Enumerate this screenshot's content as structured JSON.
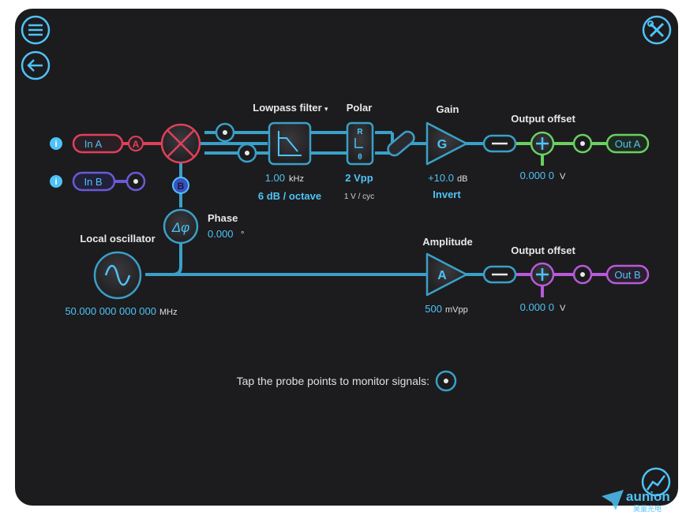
{
  "inputs": {
    "in_a": "In A",
    "in_b": "In B",
    "probe_a": "A",
    "probe_b": "B"
  },
  "lowpass": {
    "title": "Lowpass filter",
    "freq_value": "1.00",
    "freq_unit": "kHz",
    "slope": "6 dB / octave"
  },
  "polar": {
    "title": "Polar",
    "r_label": "R",
    "theta_label": "θ",
    "vpp": "2 Vpp",
    "scale": "1 V / cyc"
  },
  "gain": {
    "title": "Gain",
    "symbol": "G",
    "value": "+10.0",
    "unit": "dB",
    "invert": "Invert"
  },
  "output_offset_a": {
    "title": "Output offset",
    "value": "0.000 0",
    "unit": "V",
    "out_label": "Out A"
  },
  "phase": {
    "title": "Phase",
    "symbol": "Δφ",
    "value": "0.000",
    "unit": "°"
  },
  "oscillator": {
    "title": "Local oscillator",
    "freq_value": "50.000 000 000 000",
    "freq_unit": "MHz"
  },
  "amplitude": {
    "title": "Amplitude",
    "symbol": "A",
    "value": "500",
    "unit": "mVpp"
  },
  "output_offset_b": {
    "title": "Output offset",
    "value": "0.000 0",
    "unit": "V",
    "out_label": "Out B"
  },
  "hint": {
    "text": "Tap the probe points to monitor signals:"
  },
  "watermark": {
    "text": "aunion",
    "sub": "昊量光电"
  },
  "colors": {
    "background": "#1c1c1e",
    "wire": "#3aa0c8",
    "accent": "#4fc3f7",
    "in_a": "#e0405a",
    "in_b": "#6a5ad8",
    "out_a": "#6ad060",
    "out_b": "#b85ad8"
  },
  "icons": [
    "menu-icon",
    "back-icon",
    "tools-icon",
    "info-icon",
    "sine-icon",
    "lowpass-icon",
    "chart-icon"
  ]
}
